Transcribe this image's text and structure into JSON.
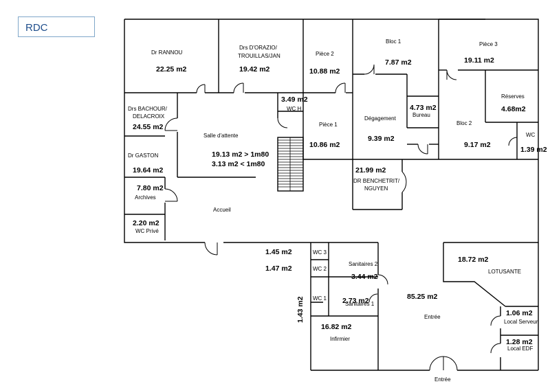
{
  "level_label": "RDC",
  "rooms": {
    "rannou": {
      "name": "Dr RANNOU",
      "area": "22.25 m2"
    },
    "orazio": {
      "name1": "Drs D'ORAZIO/",
      "name2": "TROUILLAS/JAN",
      "area": "19.42 m2"
    },
    "piece2": {
      "name": "Pièce 2",
      "area": "10.88 m2"
    },
    "bloc1": {
      "name": "Bloc 1",
      "area": "7.87 m2"
    },
    "piece3": {
      "name": "Pièce 3",
      "area": "19.11 m2"
    },
    "reserves": {
      "name": "Réserves",
      "area": "4.68m2"
    },
    "bachour": {
      "name1": "Drs BACHOUR/",
      "name2": "DELACROIX",
      "area": "24.55 m2"
    },
    "wch": {
      "name": "WC H",
      "area": "3.49 m2"
    },
    "salle": {
      "name": "Salle d'attente",
      "area1": "19.13 m2 > 1m80",
      "area2": "3.13 m2 < 1m80"
    },
    "piece1": {
      "name": "Pièce 1",
      "area": "10.86 m2"
    },
    "degagement": {
      "name": "Dégagement",
      "area": "9.39 m2"
    },
    "bureau": {
      "name": "Bureau",
      "area": "4.73 m2"
    },
    "bloc2": {
      "name": "Bloc 2",
      "area": "9.17 m2"
    },
    "wc_small": {
      "name": "WC",
      "area": "1.39 m2"
    },
    "gaston": {
      "name": "Dr GASTON",
      "area": "19.64 m2"
    },
    "benchetrit": {
      "name1": "DR BENCHETRIT/",
      "name2": "NGUYEN",
      "area": "21.99 m2"
    },
    "archives": {
      "name": "Archives",
      "area": "7.80 m2"
    },
    "accueil": {
      "name": "Accueil"
    },
    "wcprive": {
      "name": "WC Privé",
      "area": "2.20 m2"
    },
    "wc3": {
      "name": "WC 3",
      "area": "1.45 m2"
    },
    "wc2": {
      "name": "WC 2",
      "area": "1.47 m2"
    },
    "wc1": {
      "name": "WC 1",
      "area": "1.43 m2"
    },
    "sanitaires2": {
      "name": "Sanitaires 2",
      "area": "3.44 m2"
    },
    "sanitaires1": {
      "name": "Sanitaires 1",
      "area": "2.73 m2"
    },
    "infirmier": {
      "name": "Infirmier",
      "area": "16.82 m2"
    },
    "entree_hall": {
      "name": "Entrée",
      "area": "85.25 m2"
    },
    "lotusante": {
      "name": "LOTUSANTE",
      "area": "18.72 m2"
    },
    "serveur": {
      "name": "Local Serveur",
      "area": "1.06 m2"
    },
    "edf": {
      "name": "Local EDF",
      "area": "1.28 m2"
    }
  },
  "entrance_label": "Entrée"
}
